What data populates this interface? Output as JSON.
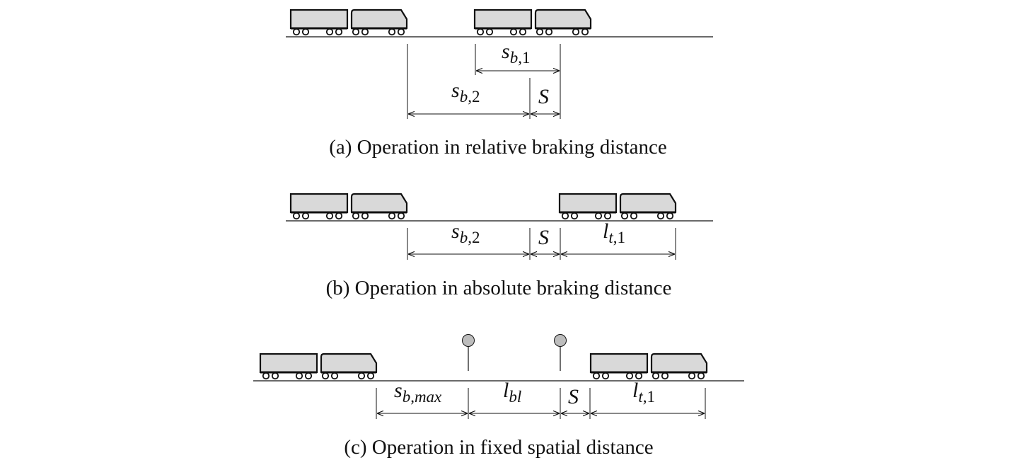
{
  "colors": {
    "train_body": "#d9d9d9",
    "stroke": "#111111",
    "signal": "#bdbdbd"
  },
  "panels": [
    {
      "caption": "(a) Operation in relative braking distance",
      "labels": {
        "sb1": {
          "base": "s",
          "sub": "b",
          "sep": ",",
          "idx": "1"
        },
        "sb2": {
          "base": "s",
          "sub": "b",
          "sep": ",",
          "idx": "2"
        },
        "S": {
          "base": "S"
        }
      }
    },
    {
      "caption": "(b) Operation in absolute braking distance",
      "labels": {
        "sb2": {
          "base": "s",
          "sub": "b",
          "sep": ",",
          "idx": "2"
        },
        "S": {
          "base": "S"
        },
        "lt1": {
          "base": "l",
          "sub": "t",
          "sep": ",",
          "idx": "1"
        }
      }
    },
    {
      "caption": "(c) Operation in fixed spatial distance",
      "labels": {
        "sbmax": {
          "base": "s",
          "sub": "b",
          "sep": ",",
          "idx": "max"
        },
        "lbl": {
          "base": "l",
          "sub": "bl"
        },
        "S": {
          "base": "S"
        },
        "lt1": {
          "base": "l",
          "sub": "t",
          "sep": ",",
          "idx": "1"
        }
      }
    }
  ]
}
